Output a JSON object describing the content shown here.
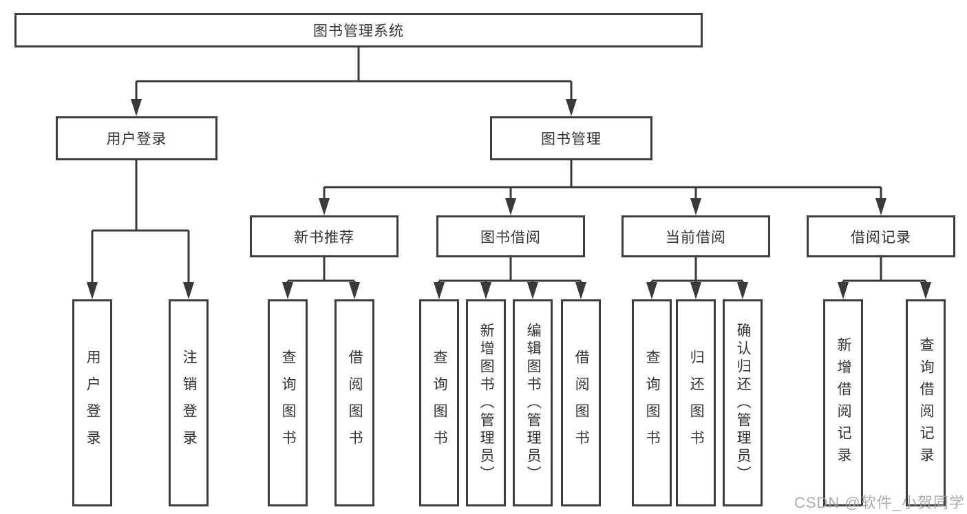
{
  "tree": {
    "root": "图书管理系统",
    "level2": [
      {
        "label": "用户登录"
      },
      {
        "label": "图书管理"
      }
    ],
    "level3": [
      {
        "label": "新书推荐"
      },
      {
        "label": "图书借阅"
      },
      {
        "label": "当前借阅"
      },
      {
        "label": "借阅记录"
      }
    ],
    "leaves": {
      "user_login": [
        "用户登录",
        "注销登录"
      ],
      "new_book_recommend": [
        "查询图书",
        "借阅图书"
      ],
      "book_borrow": [
        "查询图书",
        "新增图书（管理员）",
        "编辑图书（管理员）",
        "借阅图书"
      ],
      "current_borrow": [
        "查询图书",
        "归还图书",
        "确认归还（管理员）"
      ],
      "borrow_records": [
        "新增借阅记录",
        "查询借阅记录"
      ]
    }
  },
  "watermark": "CSDN @软件_小贺同学",
  "colors": {
    "line": "#3a3a3a",
    "border": "#3e3e3e",
    "text": "#333333",
    "background": "#ffffff",
    "watermark": "#9e9e9e"
  }
}
